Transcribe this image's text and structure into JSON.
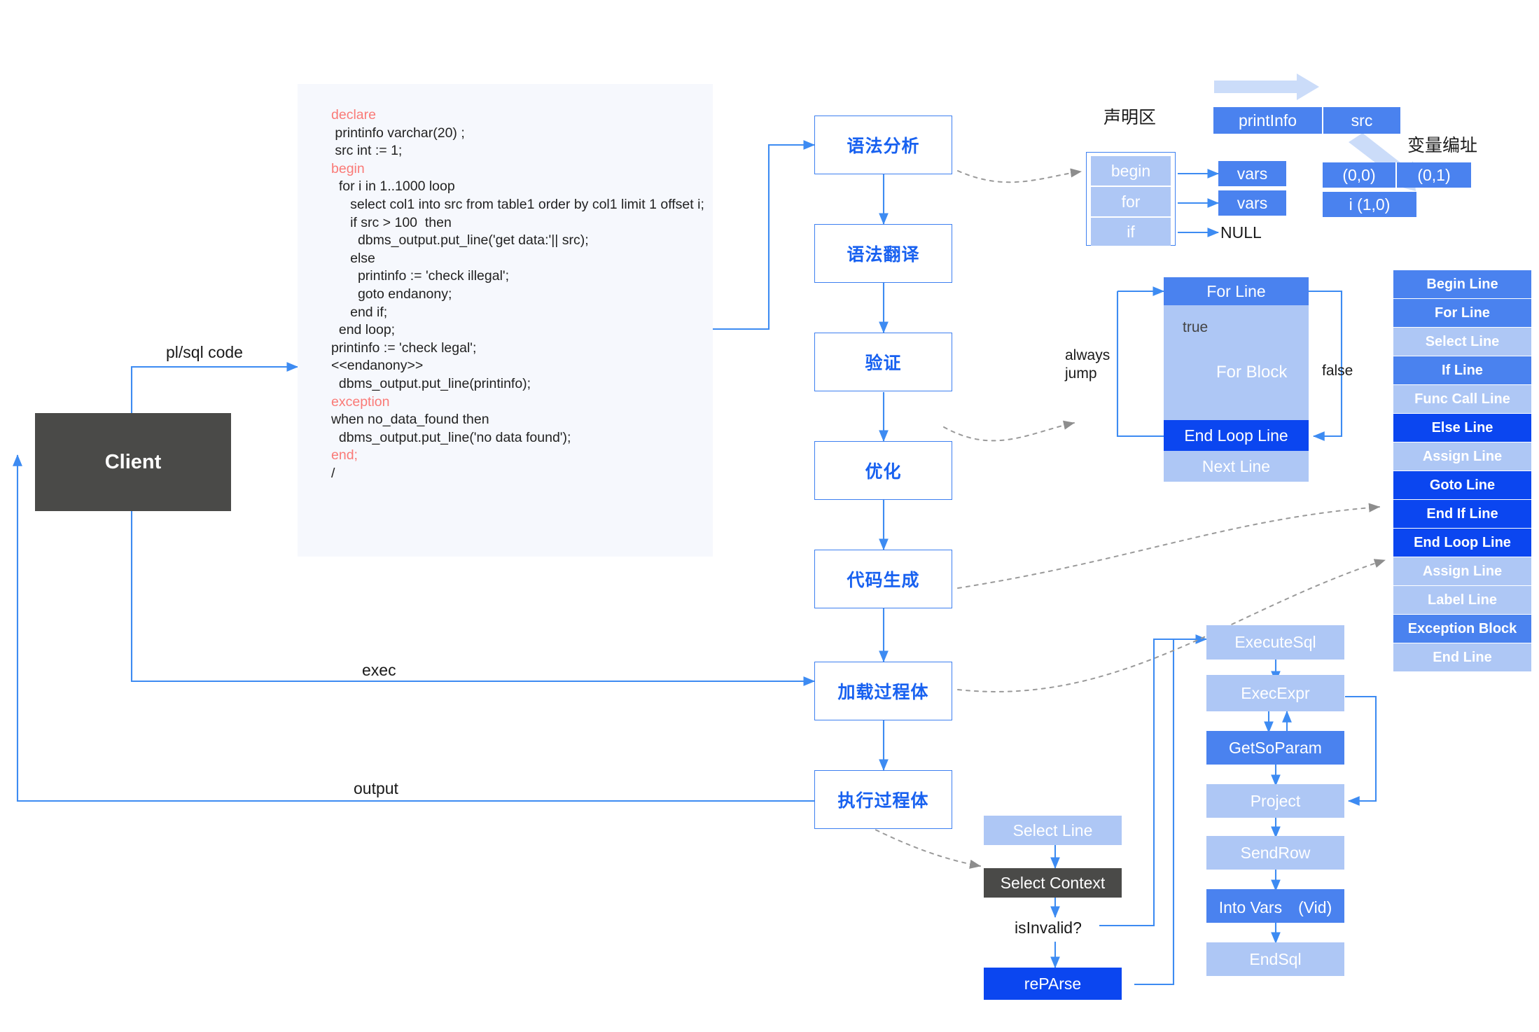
{
  "client": {
    "label": "Client"
  },
  "edges": {
    "plsql_code": "pl/sql code",
    "exec": "exec",
    "output": "output",
    "always_jump_1": "always",
    "always_jump_2": "jump",
    "true": "true",
    "false": "false",
    "is_invalid": "isInvalid?",
    "null": "NULL"
  },
  "code": {
    "lines": [
      {
        "t": "declare",
        "k": true
      },
      {
        "t": " printinfo varchar(20) ;",
        "k": false
      },
      {
        "t": " src int := 1;",
        "k": false
      },
      {
        "t": "begin",
        "k": true
      },
      {
        "t": "  for i in 1..1000 loop",
        "k": false
      },
      {
        "t": "     select col1 into src from table1 order by col1 limit 1 offset i;",
        "k": false
      },
      {
        "t": "     if src > 100  then",
        "k": false
      },
      {
        "t": "       dbms_output.put_line('get data:'|| src);",
        "k": false
      },
      {
        "t": "     else",
        "k": false
      },
      {
        "t": "       printinfo := 'check illegal';",
        "k": false
      },
      {
        "t": "       goto endanony;",
        "k": false
      },
      {
        "t": "     end if;",
        "k": false
      },
      {
        "t": "  end loop;",
        "k": false
      },
      {
        "t": "printinfo := 'check legal';",
        "k": false
      },
      {
        "t": "<<endanony>>",
        "k": false
      },
      {
        "t": "  dbms_output.put_line(printinfo);",
        "k": false
      },
      {
        "t": "exception",
        "k": true
      },
      {
        "t": "when no_data_found then",
        "k": false
      },
      {
        "t": "  dbms_output.put_line('no data found');",
        "k": false
      },
      {
        "t": "end;",
        "k": true
      },
      {
        "t": "/",
        "k": false
      }
    ]
  },
  "pipeline": {
    "stages": [
      {
        "label": "语法分析"
      },
      {
        "label": "语法翻译"
      },
      {
        "label": "验证"
      },
      {
        "label": "优化"
      },
      {
        "label": "代码生成"
      },
      {
        "label": "加载过程体"
      },
      {
        "label": "执行过程体"
      }
    ]
  },
  "declaration_area": {
    "title": "声明区",
    "addr_title": "变量编址",
    "scopes": [
      "begin",
      "for",
      "if"
    ],
    "var_names": [
      "printInfo",
      "src"
    ],
    "vars_boxes": [
      "vars",
      "vars"
    ],
    "addresses": [
      "(0,0)",
      "(0,1)"
    ],
    "addr_extra": "i (1,0)"
  },
  "loop_block": {
    "header": "For Line",
    "body": "For Block",
    "end": "End Loop Line",
    "next": "Next Line"
  },
  "line_list": {
    "items": [
      {
        "label": "Begin Line",
        "shade": "mid"
      },
      {
        "label": "For Line",
        "shade": "mid"
      },
      {
        "label": "Select Line",
        "shade": "light"
      },
      {
        "label": "If Line",
        "shade": "mid"
      },
      {
        "label": "Func Call Line",
        "shade": "light"
      },
      {
        "label": "Else Line",
        "shade": "dark"
      },
      {
        "label": "Assign Line",
        "shade": "light"
      },
      {
        "label": "Goto Line",
        "shade": "dark"
      },
      {
        "label": "End If Line",
        "shade": "dark"
      },
      {
        "label": "End Loop Line",
        "shade": "dark"
      },
      {
        "label": "Assign Line",
        "shade": "light"
      },
      {
        "label": "Label Line",
        "shade": "light"
      },
      {
        "label": "Exception Block",
        "shade": "mid"
      },
      {
        "label": "End Line",
        "shade": "light"
      }
    ]
  },
  "select_flow": {
    "items": [
      {
        "label": "Select Line",
        "shade": "light"
      },
      {
        "label": "Select Context",
        "shade": "gray"
      },
      {
        "label": "rePArse",
        "shade": "dark"
      }
    ],
    "reparse_label": "rePArse"
  },
  "exec_flow": {
    "items": [
      {
        "label": "ExecuteSql",
        "shade": "light"
      },
      {
        "label": "ExecExpr",
        "shade": "light"
      },
      {
        "label": "GetSoParam",
        "shade": "mid"
      },
      {
        "label": "Project",
        "shade": "light"
      },
      {
        "label": "SendRow",
        "shade": "light"
      },
      {
        "label": "Into Vars　(Vid)",
        "shade": "mid"
      },
      {
        "label": "EndSql",
        "shade": "light"
      }
    ]
  },
  "colors": {
    "blue_line": "#3d8bf2",
    "blue_dark": "#0b46f0",
    "blue_mid": "#4a82ef",
    "blue_light": "#aec7f5",
    "gray_box": "#4a4a48",
    "keyword_red": "#fa7a77",
    "code_bg": "#f6f8fd",
    "dashed": "#9a9a9a"
  }
}
